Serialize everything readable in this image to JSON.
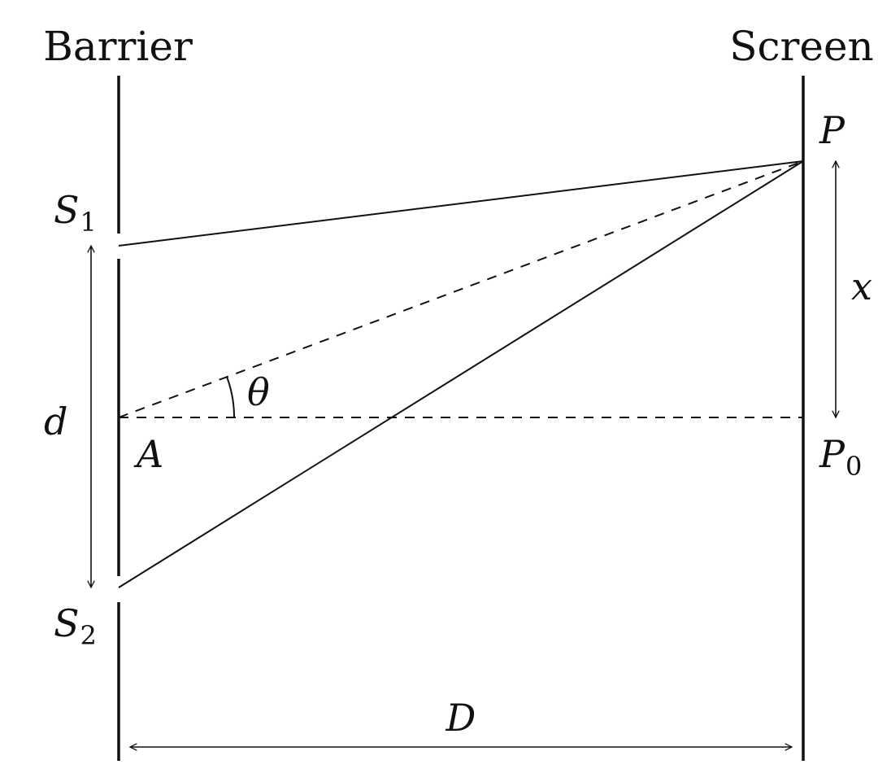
{
  "labels": {
    "barrier": "Barrier",
    "screen": "Screen",
    "s1": "S",
    "s1_sub": "1",
    "s2": "S",
    "s2_sub": "2",
    "p": "P",
    "p0": "P",
    "p0_sub": "0",
    "a": "A",
    "d": "d",
    "D": "D",
    "x": "x",
    "theta": "θ"
  },
  "colors": {
    "ink": "#111111",
    "background": "#ffffff"
  }
}
